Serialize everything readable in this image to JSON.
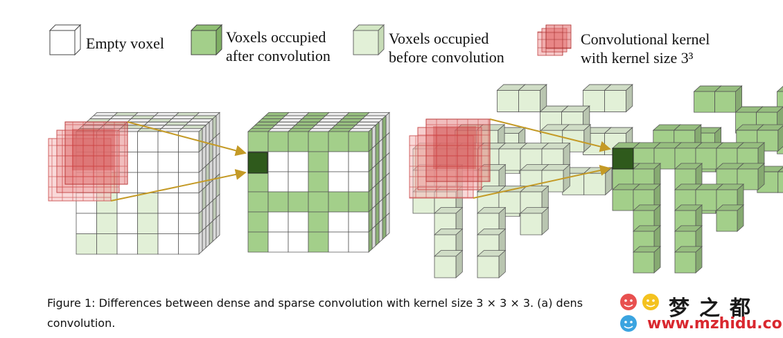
{
  "legend": {
    "items": [
      {
        "id": "empty",
        "line1": "Empty voxel",
        "line2": "",
        "swatch": "#ffffff"
      },
      {
        "id": "after",
        "line1": "Voxels occupied",
        "line2": "after convolution",
        "swatch": "#a3cf8a"
      },
      {
        "id": "before",
        "line1": "Voxels occupied",
        "line2": "before convolution",
        "swatch": "#e2f0d7"
      },
      {
        "id": "kernel",
        "line1": "Convolutional kernel",
        "line2": "with kernel size 3³",
        "swatch": "#e57373"
      }
    ]
  },
  "caption": {
    "line1": "Figure 1: Differences between dense and sparse convolution with kernel size 3 × 3 × 3. (a) dens",
    "line2": "convolution."
  },
  "watermark": {
    "title": "梦之都",
    "url": "www.mzhidu.com"
  },
  "colors": {
    "white_voxel": "#ffffff",
    "after_voxel": "#a3cf8a",
    "before_voxel": "#e2f0d7",
    "output_voxel": "#2f5a1c",
    "kernel": "#e57373",
    "arrow": "#c49a26",
    "edge": "#555555"
  }
}
